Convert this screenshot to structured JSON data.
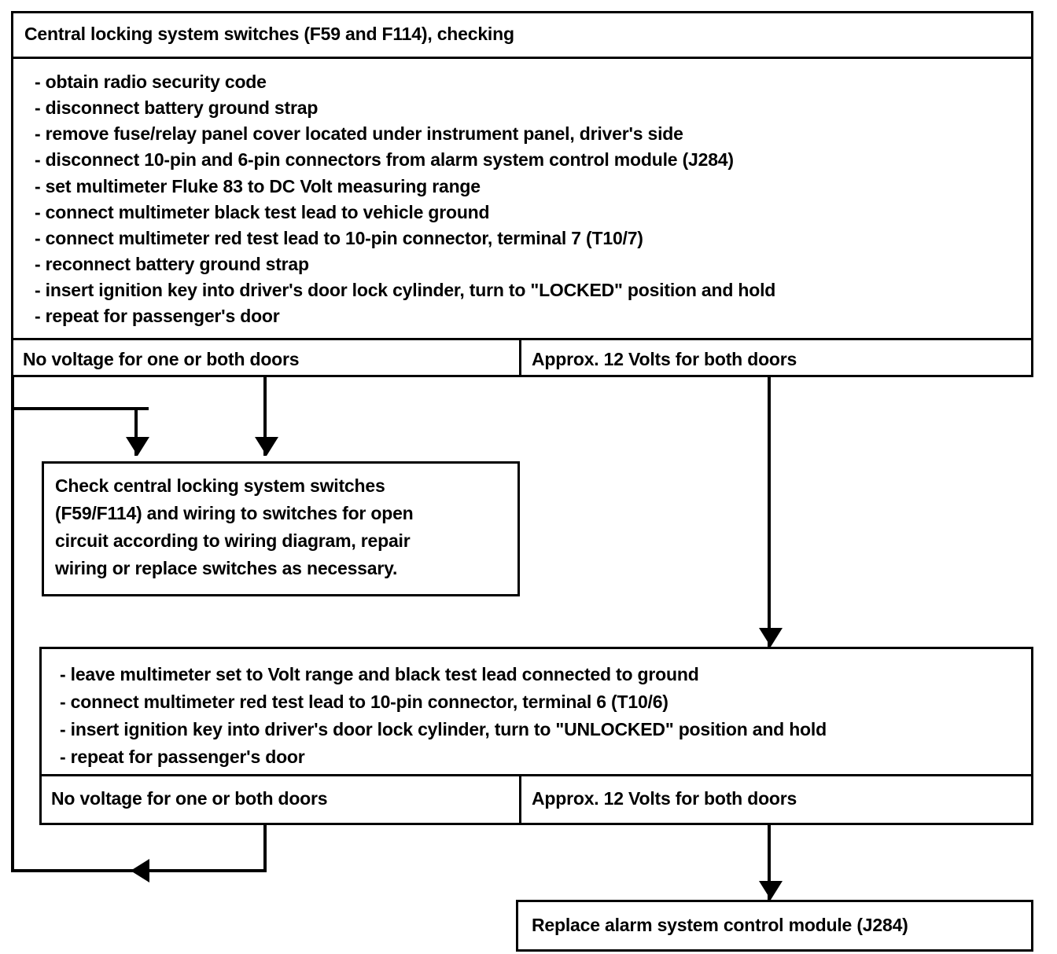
{
  "diagram": {
    "title": "Central locking system switches (F59 and F114), checking",
    "header_box": {
      "label": "Central locking system switches (F59 and F114), checking"
    },
    "step1": {
      "items": [
        "- obtain radio security code",
        "- disconnect battery ground strap",
        "- remove fuse/relay panel cover located under instrument panel, driver's side",
        "- disconnect 10-pin and 6-pin connectors from alarm system control module (J284)",
        "- set multimeter Fluke 83 to DC Volt measuring range",
        "- connect multimeter black test lead to vehicle ground",
        "- connect multimeter red test lead to 10-pin connector, terminal 7 (T10/7)",
        "- reconnect battery ground strap",
        "- insert ignition key into driver's door lock cylinder, turn to \"LOCKED\" position and hold",
        "- repeat for passenger's door"
      ]
    },
    "result1": {
      "left": "No voltage for one or both doors",
      "right": "Approx. 12 Volts for both doors"
    },
    "action1": {
      "lines": [
        "Check central locking system switches",
        "(F59/F114) and wiring to switches for open",
        "circuit according to wiring diagram, repair",
        "wiring or replace switches as necessary."
      ]
    },
    "step2": {
      "items": [
        "- leave multimeter set to Volt range and black test lead connected to ground",
        "- connect multimeter red test lead to 10-pin connector, terminal 6 (T10/6)",
        "- insert ignition key into driver's door lock cylinder, turn to \"UNLOCKED\" position and hold",
        "- repeat for passenger's door"
      ]
    },
    "result2": {
      "left": "No voltage for one or both doors",
      "right": "Approx. 12 Volts for both doors"
    },
    "action2": {
      "label": "Replace alarm system control module (J284)"
    },
    "colors": {
      "line": "#000000",
      "background": "#ffffff",
      "text": "#000000"
    }
  }
}
